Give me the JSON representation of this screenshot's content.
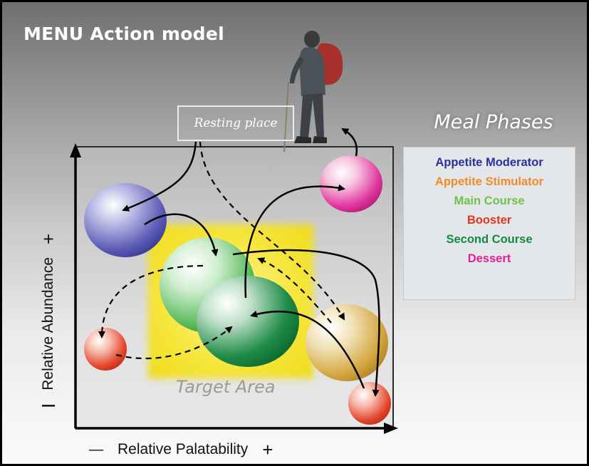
{
  "title": "MENU Action model",
  "resting_place": "Resting place",
  "meal_phases": {
    "title": "Meal Phases",
    "items": [
      {
        "label": "Appetite Moderator",
        "color": "#2c2f9c"
      },
      {
        "label": "Appetite Stimulator",
        "color": "#f08a2a"
      },
      {
        "label": "Main Course",
        "color": "#6cc24a"
      },
      {
        "label": "Booster",
        "color": "#e8321e"
      },
      {
        "label": "Second Course",
        "color": "#138a3c"
      },
      {
        "label": "Dessert",
        "color": "#e0209a"
      }
    ]
  },
  "target_area": "Target Area",
  "axes": {
    "y_label": "Relative Abundance",
    "y_minus": "I",
    "y_plus": "+",
    "x_label": "Relative Palatability",
    "x_minus": "—",
    "x_plus": "+"
  },
  "colors": {
    "target_area": "#f2e21a",
    "moderator": "#6a6ac0",
    "main": "#5fbf62",
    "second": "#1e8a46",
    "booster": "#e8462e",
    "stimulator": "#d9aa44",
    "dessert": "#e02f9a"
  },
  "icons": [
    "hiker-figure"
  ]
}
